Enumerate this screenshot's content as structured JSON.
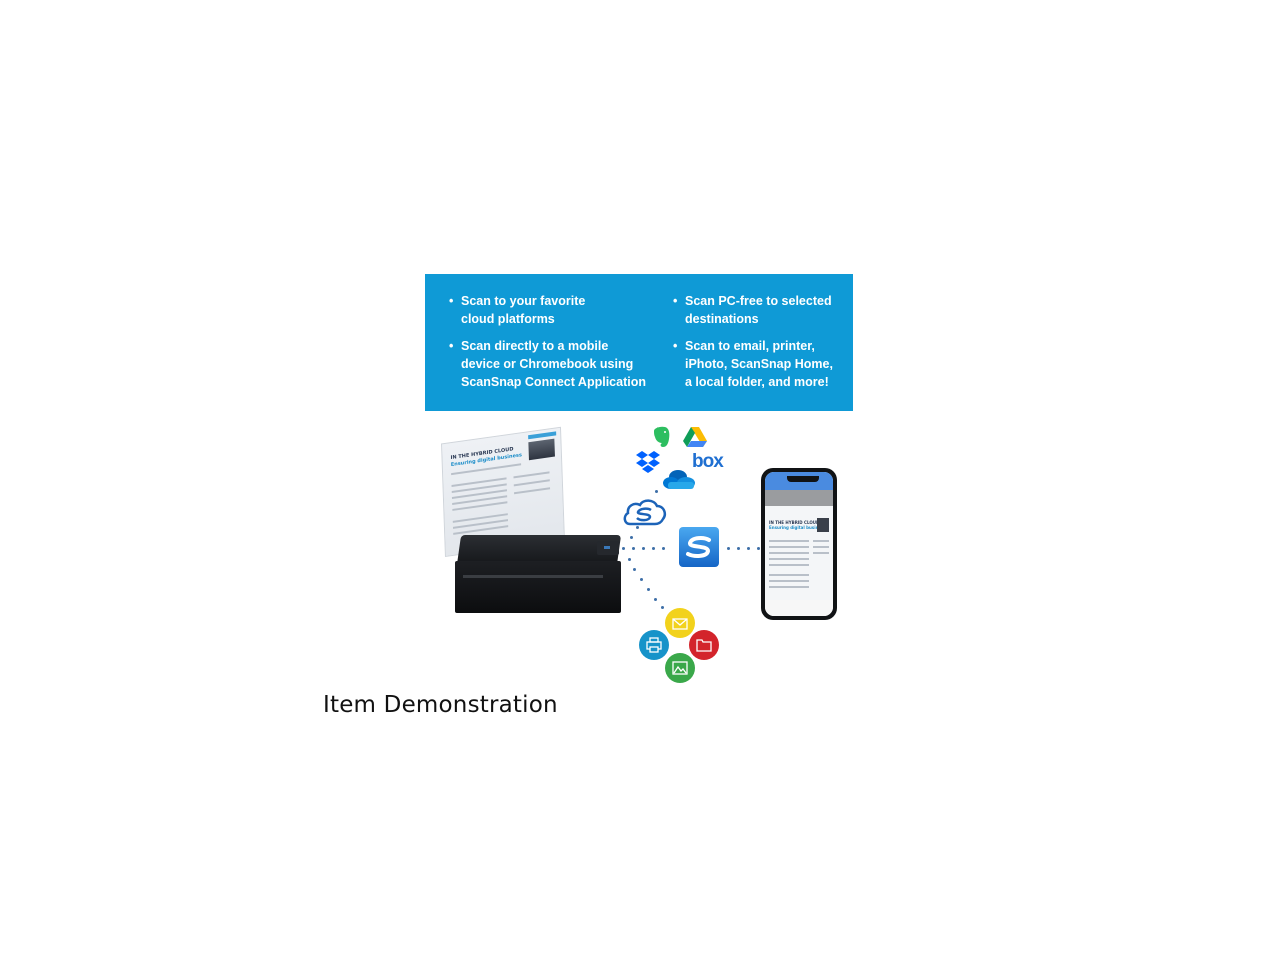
{
  "demo_image": {
    "banner": {
      "background_color": "#0f9ad6",
      "left_column": [
        "Scan to your favorite\ncloud platforms",
        "Scan directly to a mobile\ndevice or Chromebook using\nScanSnap Connect Application"
      ],
      "right_column": [
        "Scan PC-free to selected\ndestinations",
        "Scan to email, printer,\niPhoto, ScanSnap Home,\na local folder, and more!"
      ]
    },
    "scanned_document": {
      "heading": "IN THE HYBRID CLOUD",
      "subheading": "Ensuring digital business"
    },
    "cloud_services": [
      "evernote-icon",
      "google-drive-icon",
      "dropbox-icon",
      "box-icon",
      "onedrive-icon",
      "scansnap-cloud-icon"
    ],
    "box_logo_text": "box",
    "destinations": [
      {
        "name": "email-icon",
        "color": "#f2d21c"
      },
      {
        "name": "printer-icon",
        "color": "#1793c9"
      },
      {
        "name": "folder-icon",
        "color": "#d3242b"
      },
      {
        "name": "photo-icon",
        "color": "#3aa84a"
      }
    ],
    "phone": {
      "doc_heading": "IN THE HYBRID CLOUD",
      "doc_subheading": "Ensuring digital business"
    }
  },
  "caption": "Item Demonstration"
}
